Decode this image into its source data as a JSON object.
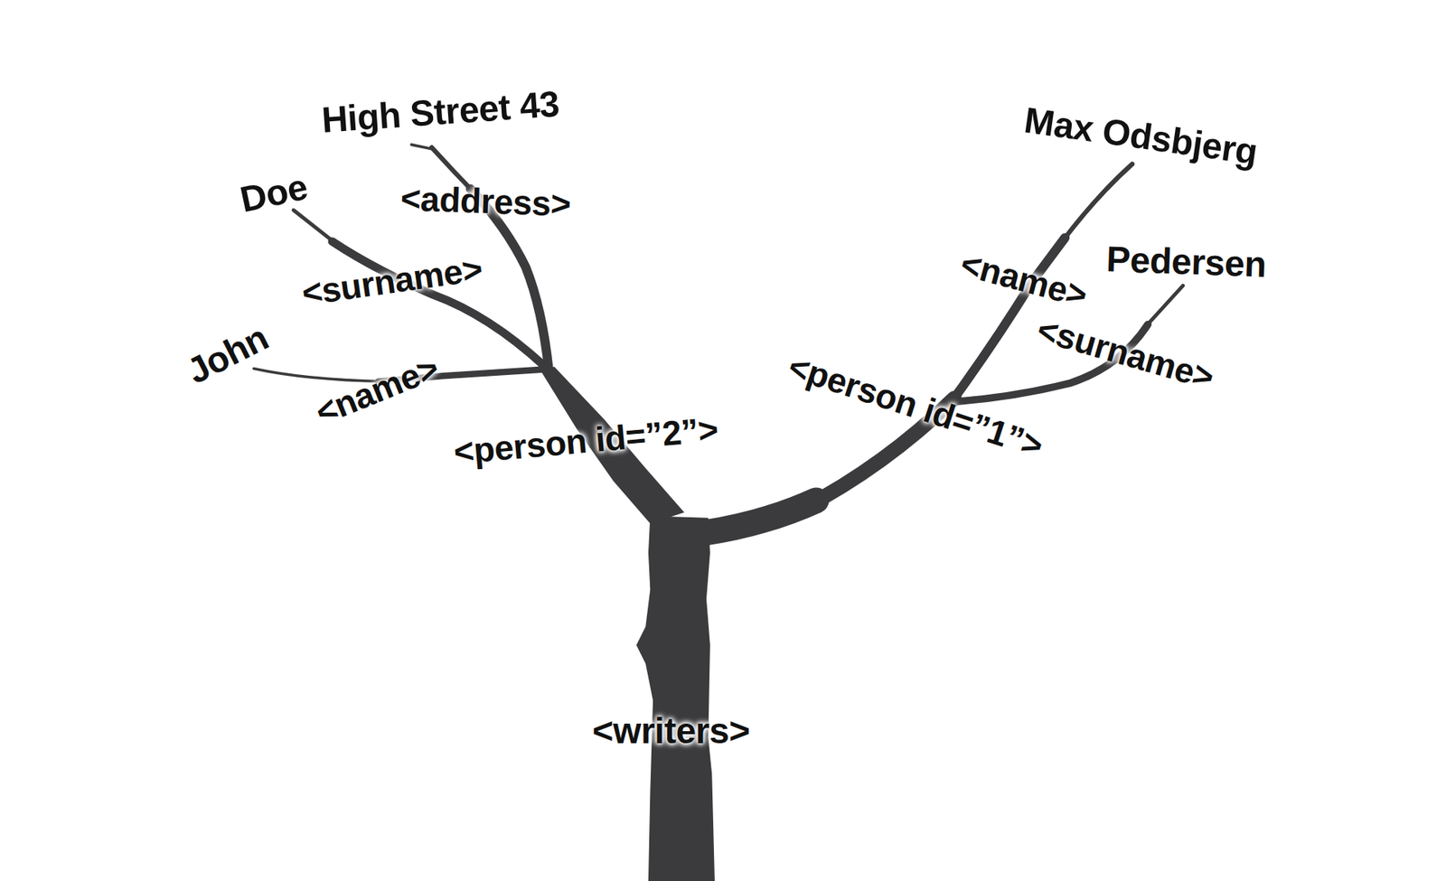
{
  "diagram": {
    "labels": [
      "High Street 43",
      "Max Odsbjerg",
      "Doe",
      "<address>",
      "Pedersen",
      "<surname>",
      "<name>",
      "John",
      "<name>",
      "<surname>",
      "<person id=”1”>",
      "<person id=”2”>",
      "<writers>"
    ]
  }
}
